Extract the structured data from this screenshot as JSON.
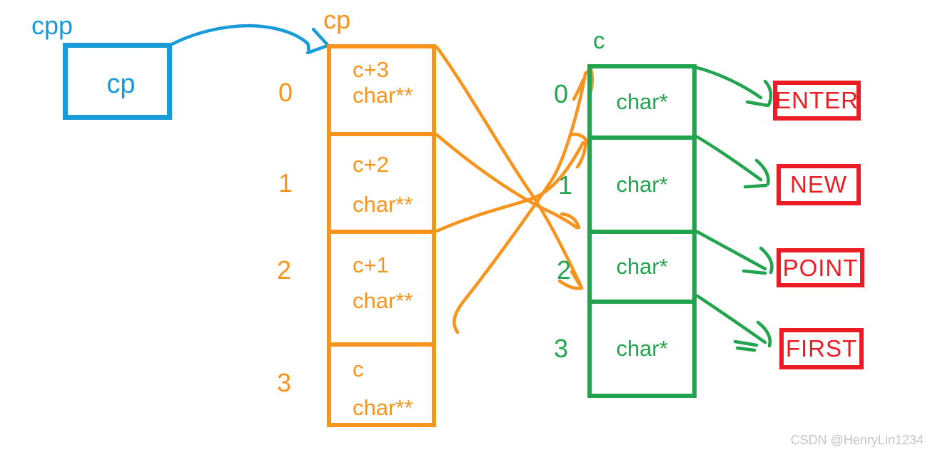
{
  "palette": {
    "blue": "#189BD8",
    "orange": "#F7941E",
    "green": "#21A44D",
    "red": "#EC1C24",
    "watermark": "#C6C6C6"
  },
  "cpp_pointer": {
    "label": "cpp",
    "box_value": "cp"
  },
  "cp_array": {
    "label": "cp",
    "rows": [
      {
        "index": "0",
        "value": "c+3",
        "type": "char**"
      },
      {
        "index": "1",
        "value": "c+2",
        "type": "char**"
      },
      {
        "index": "2",
        "value": "c+1",
        "type": "char**"
      },
      {
        "index": "3",
        "value": "c",
        "type": "char**"
      }
    ]
  },
  "c_array": {
    "label": "c",
    "rows": [
      {
        "index": "0",
        "type": "char*"
      },
      {
        "index": "1",
        "type": "char*"
      },
      {
        "index": "2",
        "type": "char*"
      },
      {
        "index": "3",
        "type": "char*"
      }
    ]
  },
  "string_boxes": [
    {
      "label": "ENTER"
    },
    {
      "label": "NEW"
    },
    {
      "label": "POINT"
    },
    {
      "label": "FIRST"
    }
  ],
  "watermark": "CSDN @HenryLin1234"
}
